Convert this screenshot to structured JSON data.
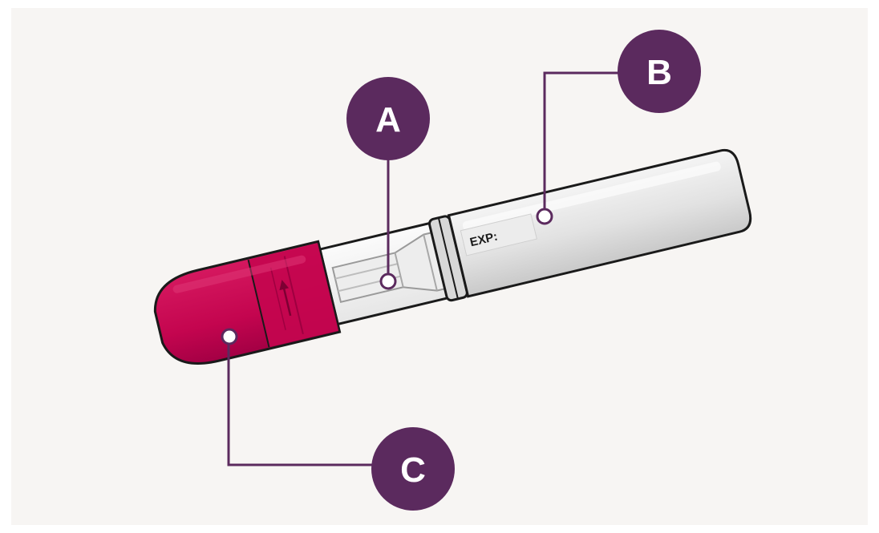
{
  "diagram": {
    "label_text": "EXP:",
    "callouts": [
      {
        "id": "A",
        "letter": "A"
      },
      {
        "id": "B",
        "letter": "B"
      },
      {
        "id": "C",
        "letter": "C"
      }
    ]
  },
  "colors": {
    "background": "#f7f5f3",
    "callout_fill": "#5b2a5e",
    "leader_line": "#5b2a5e",
    "cap": "#c4054f",
    "cap_shadow": "#9e0040",
    "body_light": "#e3e3e3",
    "outline": "#1a1a1a"
  }
}
